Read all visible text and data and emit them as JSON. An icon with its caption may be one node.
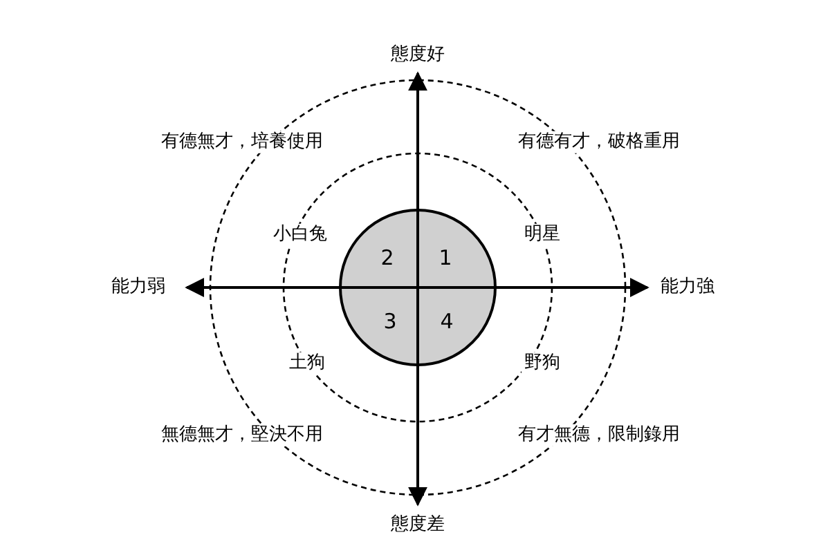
{
  "diagram": {
    "nodes": [
      {
        "text": [
          "2",
          "1",
          "3",
          "4"
        ]
      }
    ],
    "labels": [
      "態度好",
      "有德無才，培養使用",
      "有德有才，破格重用",
      "小白兔",
      "明星",
      "能力弱",
      "能力強",
      "土狗",
      "野狗",
      "無德無才，堅決不用",
      "有才無德，限制錄用",
      "態度差"
    ]
  }
}
